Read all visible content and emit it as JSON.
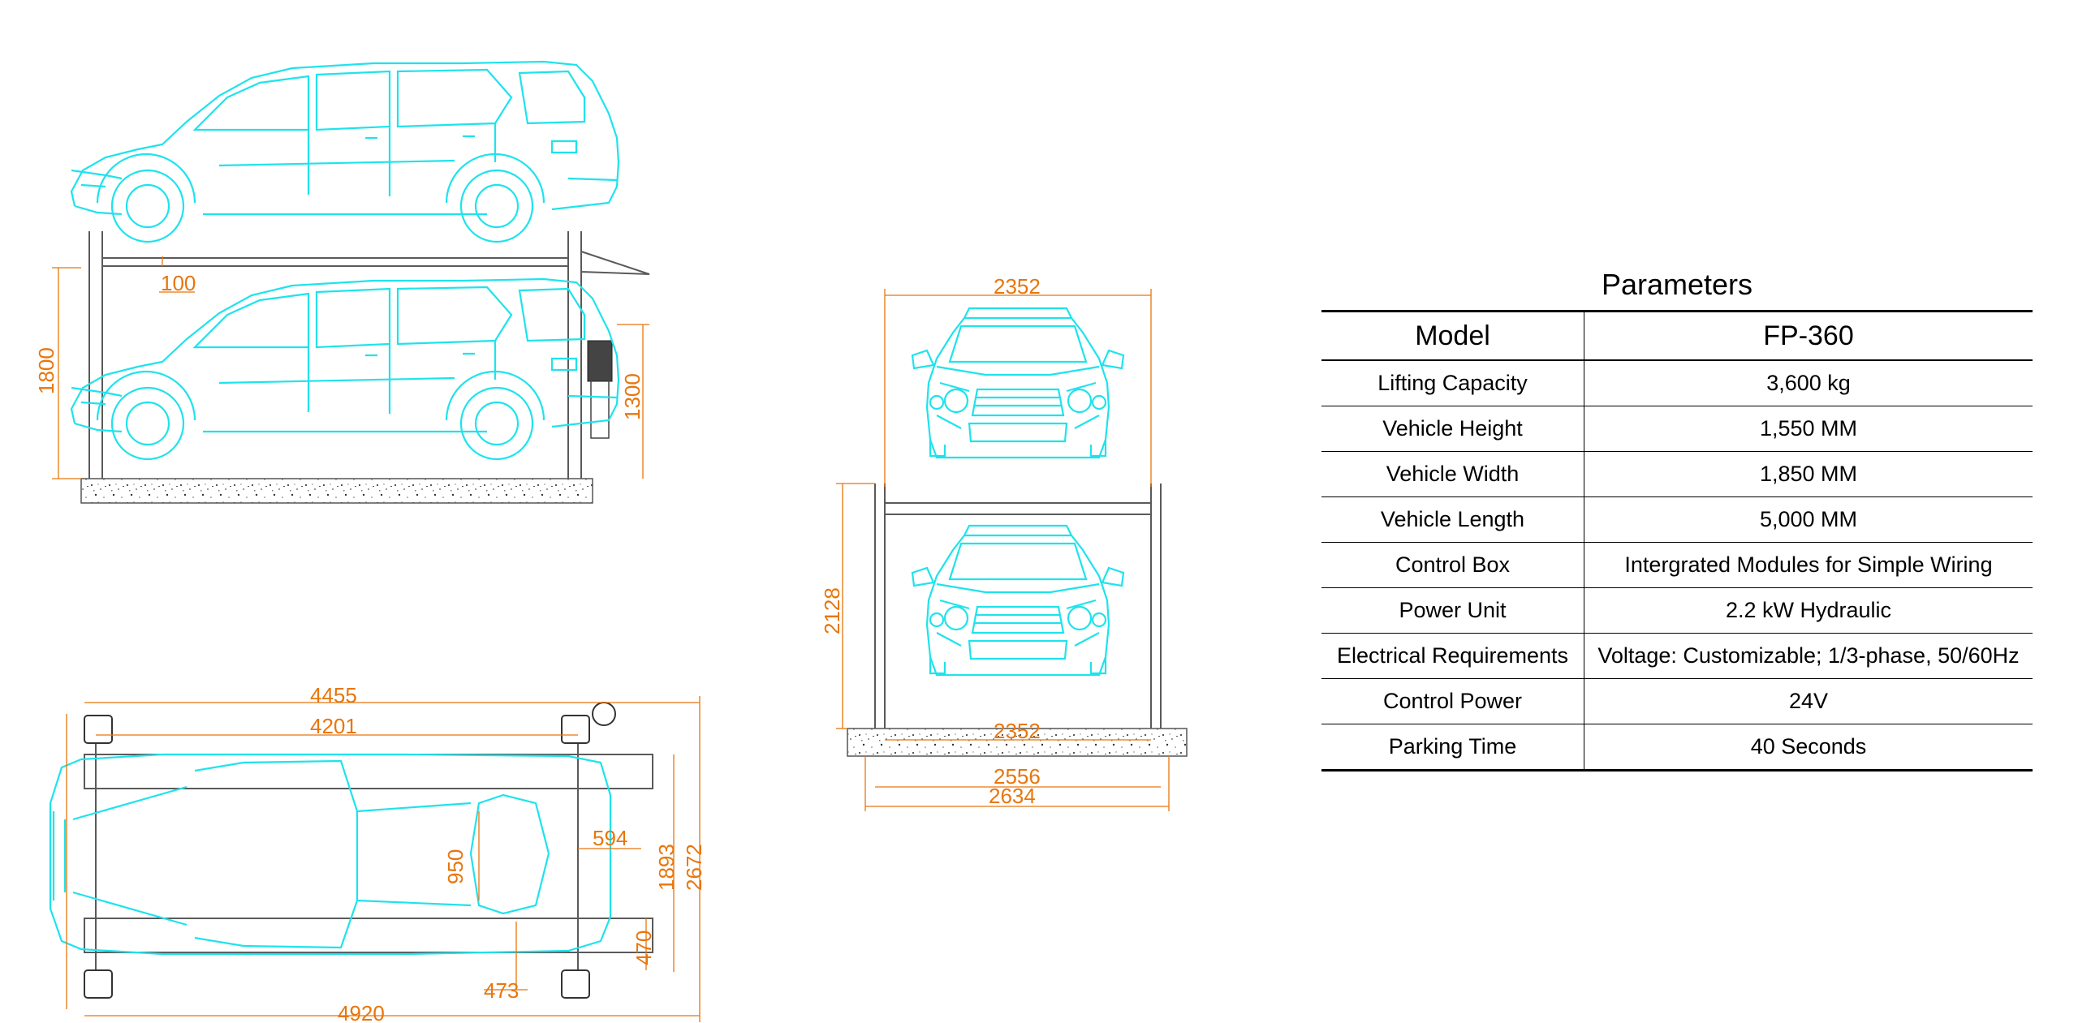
{
  "parameters": {
    "title": "Parameters",
    "header": {
      "model_label": "Model",
      "model_value": "FP-360"
    },
    "rows": [
      {
        "label": "Lifting Capacity",
        "value": "3,600 kg"
      },
      {
        "label": "Vehicle Height",
        "value": "1,550 MM"
      },
      {
        "label": "Vehicle Width",
        "value": "1,850 MM"
      },
      {
        "label": "Vehicle Length",
        "value": "5,000 MM"
      },
      {
        "label": "Control Box",
        "value": "Intergrated Modules for Simple Wiring"
      },
      {
        "label": "Power Unit",
        "value": "2.2 kW Hydraulic"
      },
      {
        "label": "Electrical Requirements",
        "value": "Voltage: Customizable; 1/3-phase, 50/60Hz"
      },
      {
        "label": "Control Power",
        "value": "24V"
      },
      {
        "label": "Parking Time",
        "value": "40 Seconds"
      }
    ]
  },
  "side_view": {
    "dims": {
      "gap": "100",
      "total_height": "1800",
      "lift_height": "1300"
    }
  },
  "front_view": {
    "dims": {
      "top_width": "2352",
      "height": "2128",
      "inner_width": "2352",
      "width_a": "2556",
      "width_b": "2634"
    }
  },
  "top_view": {
    "dims": {
      "outer_length": "4455",
      "post_span": "4201",
      "platform_width": "950",
      "offset": "594",
      "inner_width": "1893",
      "outer_width": "2672",
      "ramp": "470",
      "tail": "473",
      "total_length": "4920"
    }
  },
  "colors": {
    "vehicle_outline": "#1ee3ec",
    "dimension": "#e8760c",
    "frame": "#5a5a5a"
  }
}
